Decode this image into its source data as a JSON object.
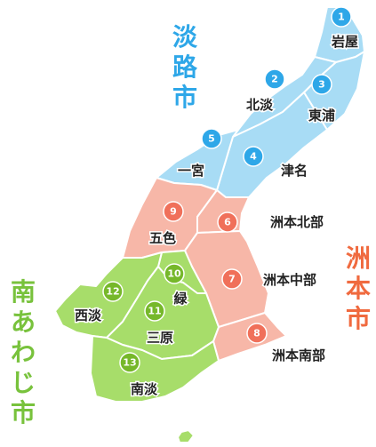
{
  "colors": {
    "awaji": "#a8dcf5",
    "awaji_badge": "#2ea7e8",
    "awaji_text": "#2ea7e8",
    "sumoto": "#f7b7a8",
    "sumoto_badge": "#f0705a",
    "sumoto_text": "#f06a3f",
    "minamiawaji": "#a7dd6a",
    "minamiawaji_badge": "#76b82a",
    "minamiawaji_text": "#78c23c"
  },
  "cities": [
    {
      "id": "awaji",
      "name": [
        "淡",
        "路",
        "市"
      ]
    },
    {
      "id": "sumoto",
      "name": [
        "洲",
        "本",
        "市"
      ]
    },
    {
      "id": "minamiawaji",
      "name": [
        "南",
        "あ",
        "わ",
        "じ",
        "市"
      ]
    }
  ],
  "regions": [
    {
      "num": "1",
      "label": "岩屋",
      "city": "awaji"
    },
    {
      "num": "2",
      "label": "北淡",
      "city": "awaji"
    },
    {
      "num": "3",
      "label": "東浦",
      "city": "awaji"
    },
    {
      "num": "4",
      "label": "津名",
      "city": "awaji"
    },
    {
      "num": "5",
      "label": "一宮",
      "city": "awaji"
    },
    {
      "num": "6",
      "label": "洲本北部",
      "city": "sumoto"
    },
    {
      "num": "7",
      "label": "洲本中部",
      "city": "sumoto"
    },
    {
      "num": "8",
      "label": "洲本南部",
      "city": "sumoto"
    },
    {
      "num": "9",
      "label": "五色",
      "city": "sumoto"
    },
    {
      "num": "10",
      "label": "緑",
      "city": "minamiawaji"
    },
    {
      "num": "11",
      "label": "三原",
      "city": "minamiawaji"
    },
    {
      "num": "12",
      "label": "西淡",
      "city": "minamiawaji"
    },
    {
      "num": "13",
      "label": "南淡",
      "city": "minamiawaji"
    }
  ]
}
